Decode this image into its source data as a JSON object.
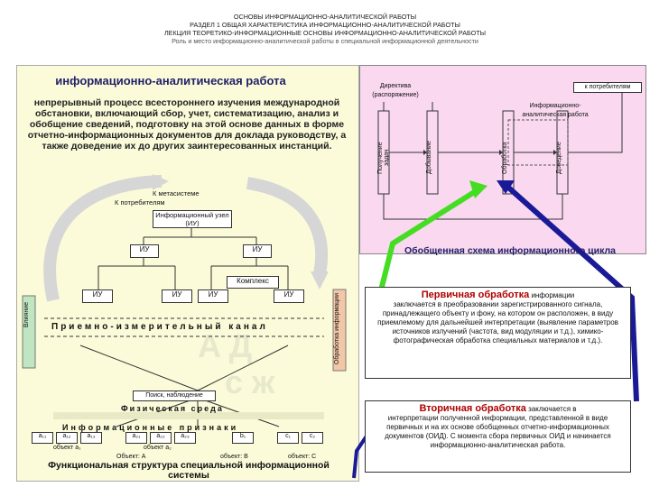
{
  "header": {
    "line1": "ОСНОВЫ ИНФОРМАЦИОННО-АНАЛИТИЧЕСКОЙ РАБОТЫ",
    "line2": "РАЗДЕЛ 1 ОБЩАЯ ХАРАКТЕРИСТИКА ИНФОРМАЦИОННО-АНАЛИТИЧЕСКОЙ РАБОТЫ",
    "line3": "ЛЕКЦИЯ ТЕОРЕТИКО-ИНФОРМАЦИОННЫЕ ОСНОВЫ ИНФОРМАЦИОННО-АНАЛИТИЧЕСКОЙ РАБОТЫ",
    "line4": "Роль и место информационно-аналитической работы в специальной информационной деятельности"
  },
  "left_panel": {
    "title": "информационно-аналитическая работа",
    "definition": "непрерывный процесс всестороннего изучения международной обстановки, включающий сбор, учет, систематизацию, анализ и обобщение сведений, подготовку на этой основе данных в форме отчетно-информационных документов для доклада руководству, а также доведение их до других заинтересованных инстанций.",
    "diagram": {
      "to_system": "К метасистеме",
      "to_consumers": "К потребителям",
      "node_label": "Информационный узел (ИУ)",
      "iu": "ИУ",
      "complex": "Комплекс",
      "channel": "Приемно-измерительный канал",
      "influence": "Влияние",
      "processing": "Обработка информации",
      "search": "Поиск, наблюдение",
      "physical_env": "Физическая среда",
      "info_signs": "Информационные признаки",
      "obj_a1": "объект а₁",
      "obj_a2": "объект а₂",
      "obj_a": "Объект: А",
      "obj_b": "объект: В",
      "obj_c": "объект: С",
      "a_items": [
        "a₁₁",
        "a₁₂",
        "a₁₃"
      ],
      "b_items": [
        "a₂₁",
        "a₂₂",
        "a₂₃"
      ],
      "c_items": [
        "c₁",
        "c₂"
      ],
      "d_items": [
        "b₁"
      ],
      "caption": "Функциональная структура специальной информационной системы"
    }
  },
  "right_panel": {
    "directive": "Директива (распоряжение)",
    "to_consumers": "к потребителям",
    "ia_work": "Информационно-аналитическая работа",
    "stages": [
      "Получение задач",
      "Добывание",
      "Обработка",
      "Доведение"
    ]
  },
  "schema_caption": "Обобщенная схема информационного цикла",
  "primary": {
    "term": "Первичная обработка",
    "rest": " информации",
    "text": "заключается в преобразовании зарегистрированного сигнала, принадлежащего объекту и фону, на котором он расположен, в виду приемлемому для дальнейшей интерпретации (выявление параметров источников излучений (частота, вид модуляции и т.д.), химико-фотографическая обработка специальных материалов и т.д.)."
  },
  "secondary": {
    "term": "Вторичная обработка",
    "rest": " заключается в",
    "text": "интерпретации полученной информации, представленной в виде первичных и на их основе обобщенных отчетно-информационных документов (ОИД). С момента сбора первичных ОИД и начинается информационно-аналитическая работа."
  },
  "colors": {
    "left_bg": "#fbfbda",
    "right_bg": "#f9d8f0",
    "green_arrow": "#44dd22",
    "blue_arrow": "#1a1a99",
    "title_blue": "#1f1f66",
    "term_red": "#b00000"
  }
}
